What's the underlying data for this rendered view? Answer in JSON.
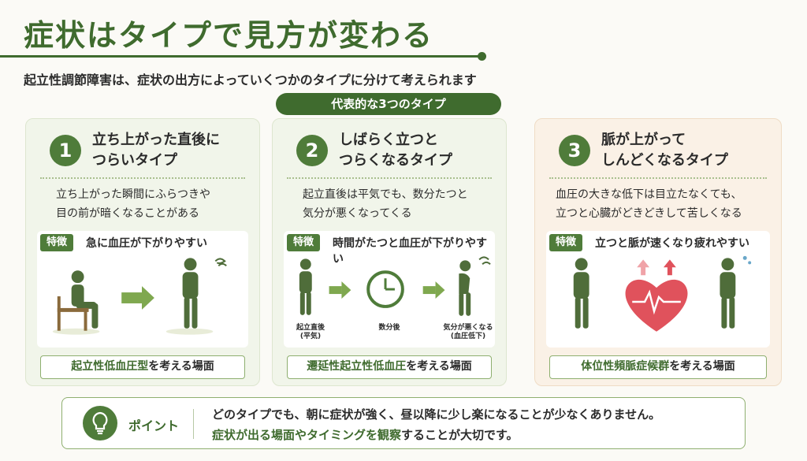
{
  "title": "症状はタイプで見方が変わる",
  "subtitle": "起立性調節障害は、症状の出方によっていくつかのタイプに分けて考えられます",
  "types_label": "代表的な3つのタイプ",
  "colors": {
    "green": "#3f6b2e",
    "accent": "#4f7c3a",
    "warm": "#faf1e6",
    "heart": "#e0525c"
  },
  "cards": [
    {
      "number": "1",
      "title_line1": "立ち上がった直後に",
      "title_line2": "つらいタイプ",
      "desc_line1": "立ち上がった瞬間にふらつきや",
      "desc_line2": "目の前が暗くなることがある",
      "tag": "特徴",
      "feature": "急に血圧が下がりやすい",
      "scene_highlight": "起立性低血圧型",
      "scene_rest": "を考える場面"
    },
    {
      "number": "2",
      "title_line1": "しばらく立つと",
      "title_line2": "つらくなるタイプ",
      "desc_line1": "起立直後は平気でも、数分たつと",
      "desc_line2": "気分が悪くなってくる",
      "tag": "特徴",
      "feature": "時間がたつと血圧が下がりやすい",
      "captions": {
        "left_1": "起立直後",
        "left_2": "(平気)",
        "mid": "数分後",
        "right_1": "気分が悪くなる",
        "right_2": "(血圧低下)"
      },
      "scene_highlight": "遷延性起立性低血圧",
      "scene_rest": "を考える場面"
    },
    {
      "number": "3",
      "title_line1": "脈が上がって",
      "title_line2": "しんどくなるタイプ",
      "desc_line1": "血圧の大きな低下は目立たなくても、",
      "desc_line2": "立つと心臓がどきどきして苦しくなる",
      "tag": "特徴",
      "feature": "立つと脈が速くなり疲れやすい",
      "scene_highlight": "体位性頻脈症候群",
      "scene_rest": "を考える場面"
    }
  ],
  "point": {
    "label": "ポイント",
    "line1": "どのタイプでも、朝に症状が強く、昼以降に少し楽になることが少なくありません。",
    "line2_highlight": "症状が出る場面やタイミングを観察",
    "line2_rest": "することが大切です。"
  }
}
